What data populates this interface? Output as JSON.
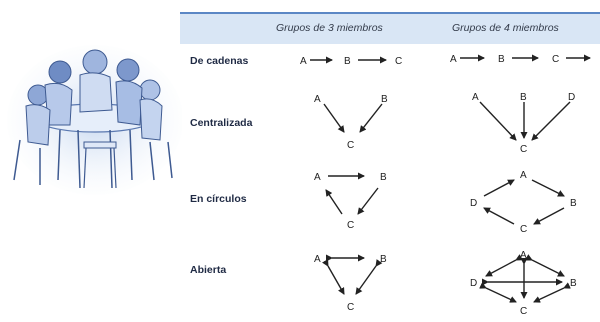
{
  "illustration": {
    "icon": "people-around-table-icon"
  },
  "header": {
    "col3": "Grupos de 3 miembros",
    "col4": "Grupos de 4 miembros"
  },
  "rows": [
    {
      "label": "De cadenas"
    },
    {
      "label": "Centralizada"
    },
    {
      "label": "En círculos"
    },
    {
      "label": "Abierta"
    }
  ],
  "nodes": {
    "a": "A",
    "b": "B",
    "c": "C",
    "d": "D"
  },
  "colors": {
    "header_bg": "#d9e6f5",
    "header_line": "#5b87c5",
    "illustration": "#8aa8d8"
  }
}
